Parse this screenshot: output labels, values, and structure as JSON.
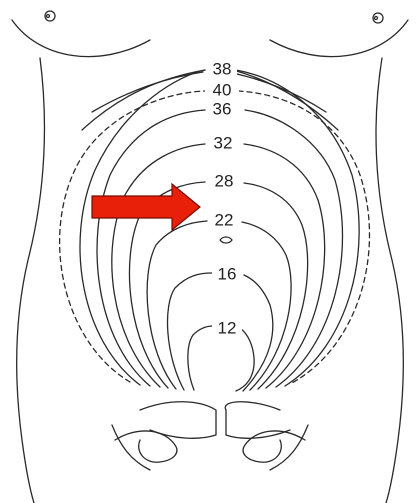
{
  "diagram": {
    "fundal_height_labels": [
      {
        "week": "38"
      },
      {
        "week": "40"
      },
      {
        "week": "36"
      },
      {
        "week": "32"
      },
      {
        "week": "28"
      },
      {
        "week": "22"
      },
      {
        "week": "16"
      },
      {
        "week": "12"
      }
    ],
    "arrow_color": "#e8200a",
    "arrow_outline_color": "#7a0a00",
    "line_color": "#2a2a2a"
  }
}
